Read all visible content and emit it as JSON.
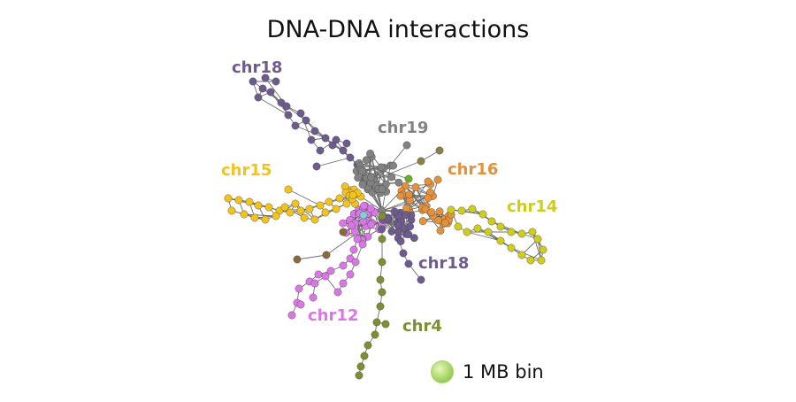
{
  "title": "DNA-DNA interactions",
  "clusters": [
    {
      "id": "chr18a",
      "label": "chr18",
      "color": "#6e5b8e"
    },
    {
      "id": "chr19",
      "label": "chr19",
      "color": "#828282"
    },
    {
      "id": "chr15",
      "label": "chr15",
      "color": "#f2c31b"
    },
    {
      "id": "chr16",
      "label": "chr16",
      "color": "#e3913a"
    },
    {
      "id": "chr14",
      "label": "chr14",
      "color": "#cfcd1c"
    },
    {
      "id": "chr18b",
      "label": "chr18",
      "color": "#6e5b8e"
    },
    {
      "id": "chr12",
      "label": "chr12",
      "color": "#d978e4"
    },
    {
      "id": "chr4",
      "label": "chr4",
      "color": "#7e8e30"
    }
  ],
  "legend": {
    "label": "1 MB bin",
    "color": "#a8d66a"
  }
}
